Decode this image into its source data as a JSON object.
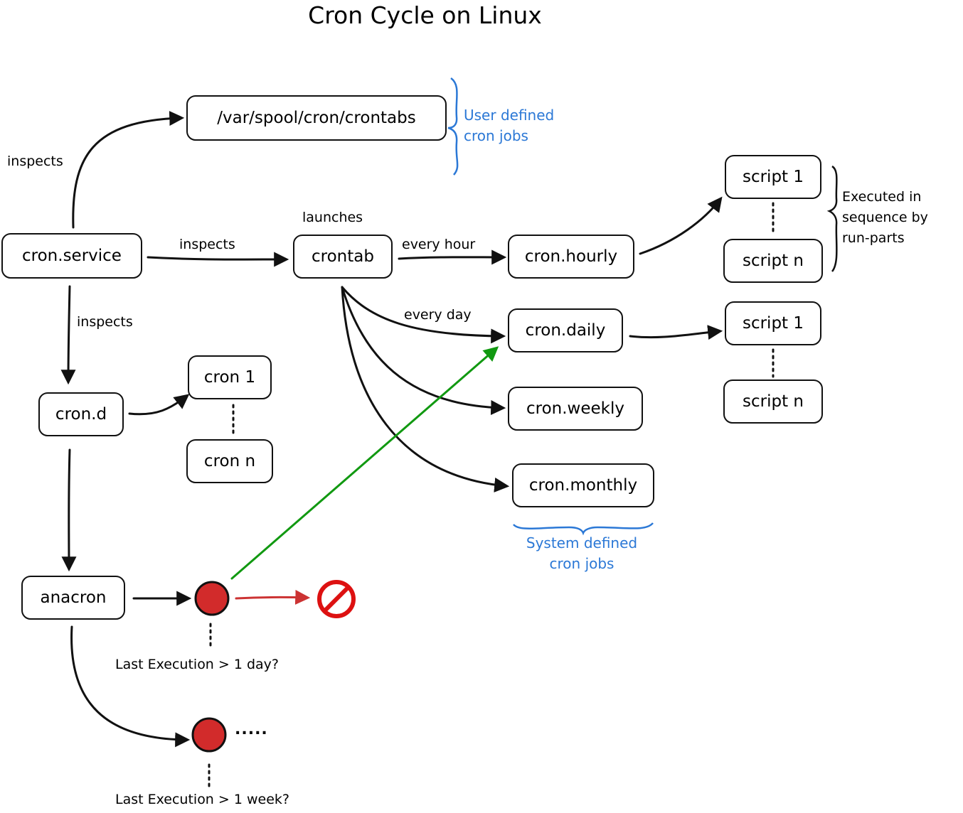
{
  "title": "Cron Cycle on Linux",
  "nodes": {
    "cron_service": "cron.service",
    "spool": "/var/spool/cron/crontabs",
    "crontab": "crontab",
    "cron_hourly": "cron.hourly",
    "cron_daily": "cron.daily",
    "cron_weekly": "cron.weekly",
    "cron_monthly": "cron.monthly",
    "cron_d": "cron.d",
    "cron_1": "cron 1",
    "cron_n": "cron n",
    "anacron": "anacron",
    "hourly_script_1": "script 1",
    "hourly_script_n": "script n",
    "daily_script_1": "script 1",
    "daily_script_n": "script n"
  },
  "edge_labels": {
    "inspects_spool": "inspects",
    "inspects_crontab": "inspects",
    "inspects_crond": "inspects",
    "launches": "launches",
    "every_hour": "every hour",
    "every_day": "every day"
  },
  "annotations": {
    "user_defined": [
      "User defined",
      "cron jobs"
    ],
    "system_defined": [
      "System defined",
      "cron jobs"
    ],
    "run_parts": [
      "Executed in",
      "sequence by",
      "run-parts"
    ],
    "last_day": "Last Execution > 1 day?",
    "last_week": "Last Execution > 1 week?",
    "ellipsis": "....."
  },
  "colors": {
    "line": "#111111",
    "decision": "#d22b2b",
    "success_arrow": "#119911",
    "fail_arrow": "#cc3333",
    "brace_text": "#2b78d6"
  }
}
